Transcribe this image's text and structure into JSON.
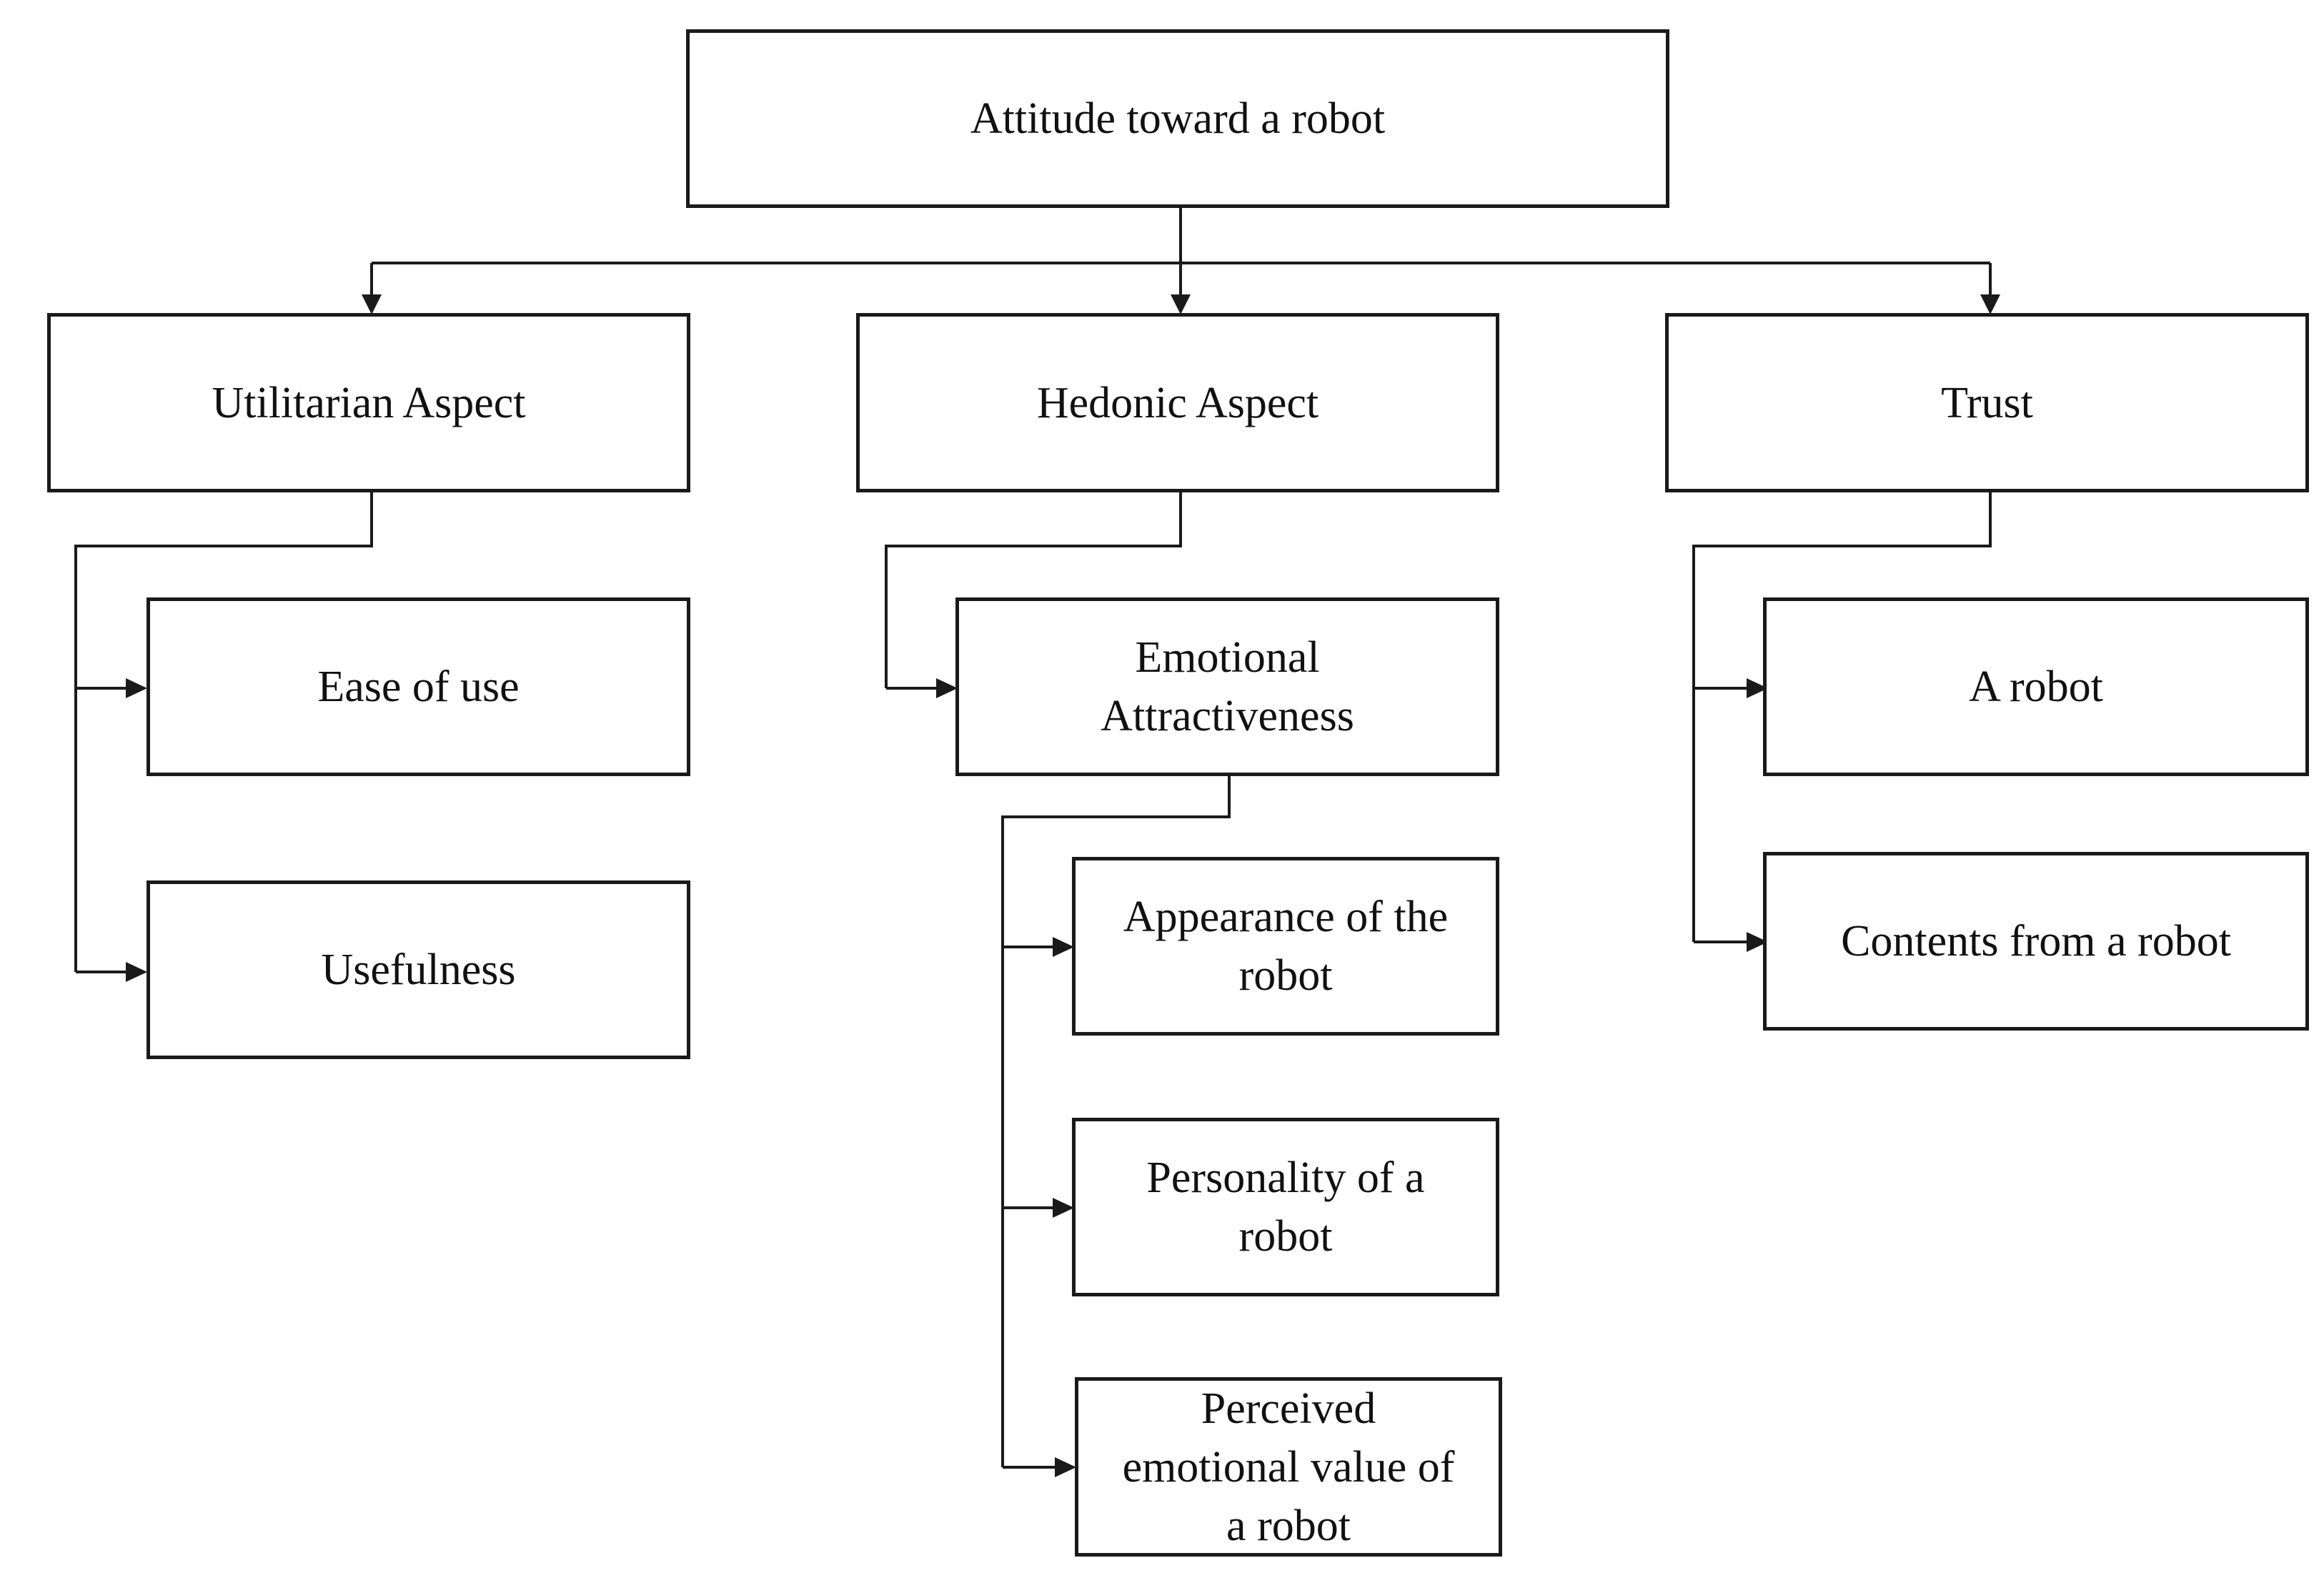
{
  "diagram": {
    "root": {
      "label": "Attitude toward a robot"
    },
    "utilitarian": {
      "label": "Utilitarian Aspect",
      "children": [
        "Ease of use",
        "Usefulness"
      ]
    },
    "hedonic": {
      "label": "Hedonic Aspect",
      "emotional": {
        "label": "Emotional\nAttractiveness",
        "children": [
          "Appearance of the\nrobot",
          "Personality of a\nrobot",
          "Perceived\nemotional value of\na robot"
        ]
      }
    },
    "trust": {
      "label": "Trust",
      "children": [
        "A robot",
        "Contents from a robot"
      ]
    },
    "colors": {
      "line": "#1a1a1a",
      "box_border": "#1a1a1a",
      "background": "#ffffff"
    }
  }
}
